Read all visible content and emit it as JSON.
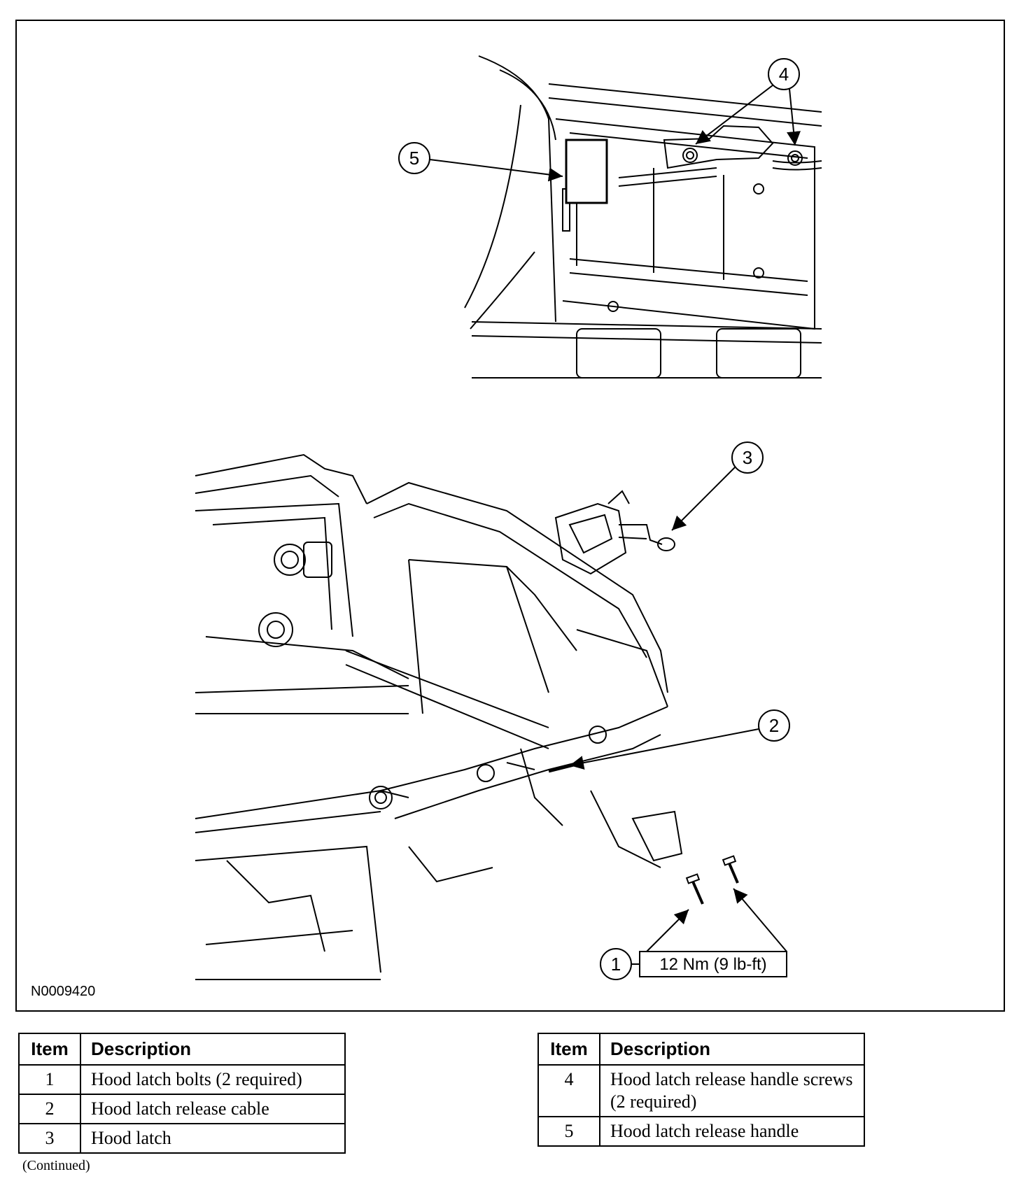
{
  "callouts": {
    "c1": "1",
    "c2": "2",
    "c3": "3",
    "c4": "4",
    "c5": "5"
  },
  "torque_label": "12 Nm (9 lb-ft)",
  "figure_id": "N0009420",
  "legend_header": {
    "item": "Item",
    "description": "Description"
  },
  "legend_left": [
    {
      "item": "1",
      "description": "Hood latch bolts (2 required)"
    },
    {
      "item": "2",
      "description": "Hood latch release cable"
    },
    {
      "item": "3",
      "description": "Hood latch"
    }
  ],
  "legend_right": [
    {
      "item": "4",
      "description": "Hood latch release handle screws (2 required)"
    },
    {
      "item": "5",
      "description": "Hood latch release handle"
    }
  ],
  "continued_note": "(Continued)",
  "icons": [
    "hood-latch-handle-drawing",
    "front-frame-drawing",
    "hood-latch-drawing",
    "bolt-icon"
  ]
}
